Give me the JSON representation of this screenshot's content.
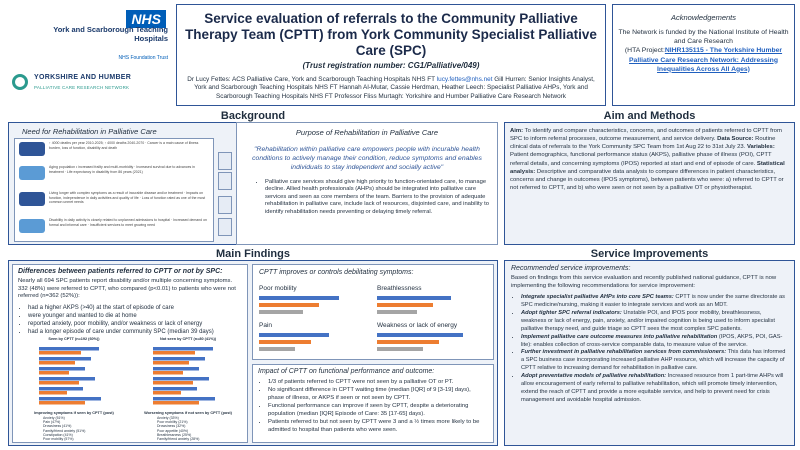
{
  "logos": {
    "nhs_badge": "NHS",
    "nhs_name": "York and Scarborough Teaching Hospitals",
    "nhs_trust": "NHS Foundation Trust",
    "yh_name": "YORKSHIRE AND HUMBER",
    "yh_sub": "PALLIATIVE CARE RESEARCH NETWORK"
  },
  "header": {
    "title": "Service evaluation of referrals to the Community Palliative Therapy Team (CPTT) from York Community Specialist Palliative Care (SPC)",
    "registration": "(Trust registration number: CG1/Palliative/049)",
    "authors_pre": "Dr Lucy Fettes: ACS Palliative Care, York and Scarborough Teaching Hospitals NHS FT ",
    "email": "lucy.fettes@nhs.net",
    "authors_post": " Gill Hurren: Senior Insights Analyst, York and Scarborough Teaching Hospitals NHS FT Hannah Al-Mutar, Cassie Herdman, Heather Leech: Specialist Palliative AHPs, York and Scarborough Teaching Hospitals NHS FT Professor Fliss Murtagh: Yorkshire and Humber Palliative Care Research Network"
  },
  "acknowledgements": {
    "title": "Acknowledgements",
    "body": "The Network is funded by the National Institute of Health and Care Research",
    "project_pre": "(HTA Project:",
    "project_link": "NIHR135115 - The Yorkshire Humber Palliative Care Research Network: Addressing Inequalities Across All Ages)"
  },
  "background": {
    "heading": "Background",
    "need_title": "Need for Rehabilitation in Palliative Care",
    "need_rows": [
      "↑ 4000 deaths per year 2010-2025; ↑ 4000 deaths 2040-2070 · Cancer is a main cause of illness burden, loss of function, disability and death",
      "Aging population • increased frailty and multi-morbidity · Increased survival due to advances in treatment · Life expectancy in disability from 86 years (2021)",
      "Living longer with complex symptoms as a result of incurable disease and/or treatment · Impacts on function, independence in daily activities and quality of life · Loss of function rated as one of the most common unmet needs",
      "Disability in daily activity is closely related to unplanned admissions to hospital · Increased demand on formal and informal care · Insufficient services to meet growing need"
    ],
    "purpose_title": "Purpose of Rehabilitation in Palliative Care",
    "quote": "\"Rehabilitation within palliative care empowers people with incurable health conditions to actively manage their condition, reduce symptoms and enables individuals to stay independent and socially active\"",
    "bullets": [
      "Palliative care services should give high priority to function-orientated care, to manage decline. Allied health professionals (AHPs) should be integrated into palliative care services and seen as core members of the team. Barriers to the provision of adequate rehabilitation in palliative care, include lack of resources, disjointed care, and inability to identify rehabilitation needs preventing or delaying timely referral."
    ]
  },
  "aims": {
    "heading": "Aim and Methods",
    "aim_label": "Aim:",
    "aim_text": " To identify and compare characteristics, concerns, and outcomes of patients referred to CPTT from SPC to inform referral processes, outcome measurement, and service delivery.",
    "data_label": " Data Source:",
    "data_text": " Routine clinical data of referrals to the York Community SPC Team from 1st Aug 22 to 31st July 23.",
    "var_label": "Variables:",
    "var_text": " Patient demographics, functional performance status (AKPS), palliative phase of illness (POI), CPTT referral details, and concerning symptoms (IPOS) reported at start and end of episode of care.",
    "stat_label": " Statistical analysis:",
    "stat_text": " Descriptive and comparative data analysis to compare differences in patient characteristics, concerns and change in outcomes (IPOS symptoms), between patients who were: a) referred to CPTT or not referred to CPTT, and b) who were seen or not seen by a palliative OT or physiotherapist."
  },
  "findings": {
    "heading": "Main Findings",
    "diff_title": "Differences between patients referred to CPTT or not by SPC:",
    "diff_text": "Nearly all 694 SPC patients report disability and/or multiple concerning symptoms. 332 (48%) were referred to CPTT, who compared (p<0.01) to patients who were not referred (n=362 (52%)):",
    "diff_bullets": [
      "had a higher AKPS (>40) at the start of episode of care",
      "were younger and wanted to die at home",
      "reported anxiety, poor mobility, and/or weakness or lack of energy",
      "had a longer episode of care under community SPC (median 39 days)"
    ],
    "chart_left_title": "Seen by CPTT (n=192 (60%))",
    "chart_right_title": "Not seen by CPTT (n=80 (41%))",
    "chart_left_caption": "Improving symptoms if seen by CPTT (post)",
    "chart_right_caption": "Worsening symptoms if not seen by CPTT (post)",
    "left_legend": [
      "Anxiety (51%)",
      "Pain (47%)",
      "Drowsiness (41%)",
      "Family/friend anxiety (51%)",
      "Constipation (41%)",
      "Poor mobility (57%)"
    ],
    "right_legend": [
      "Anxiety (33%)",
      "Poor mobility (21%)",
      "Drowsiness (32%)",
      "Poor appetite (40%)",
      "Breathlessness (25%)",
      "Family/friend anxiety (28%)"
    ],
    "improves_title": "CPTT improves or controls debilitating symptoms:",
    "panels": [
      "Poor mobility",
      "Breathlessness",
      "Pain",
      "Weakness or lack of energy"
    ],
    "impact_title": "Impact of CPTT on functional performance and outcome:",
    "impact_bullets": [
      "1/3 of patients referred to CPTT were not seen by a palliative OT or PT.",
      "No significant difference in CPTT waiting time (median [IQR] of 9 [3-19] days), phase of illness, or AKPS if seen or not seen by CPTT.",
      "Functional performance can improve if seen by CPTT, despite a deteriorating population (median [IQR] Episode of Care: 35 [17-65] days).",
      "Patients referred to but not seen by CPTT were 3 and a ½ times more likely to be admitted to hospital than patients who were seen."
    ]
  },
  "service": {
    "heading": "Service Improvements",
    "rec_title": "Recommended service improvements:",
    "intro": "Based on findings from this service evaluation and recently published national guidance, CPTT is now implementing the following recommendations for service improvement:",
    "items": [
      {
        "label": "Integrate specialist palliative AHPs into core SPC teams:",
        "text": " CPTT is now under the same directorate as SPC medicine/nursing, making it easier to integrate services and work as an MDT."
      },
      {
        "label": "Adopt tighter SPC referral indicators:",
        "text": " Unstable POI, and IPOS poor mobility, breathlessness, weakness or lack of energy, pain, anxiety, and/or impaired cognition is being used to inform specialist palliative therapy need, and guide triage so CPTT sees the most complex SPC patients."
      },
      {
        "label": "Implement palliative care outcome measures into palliative rehabilitation",
        "text": " (IPOS, AKPS, POI, GAS-lite): enables collection of cross-service comparable data, to measure value of the service."
      },
      {
        "label": "Further investment in palliative rehabilitation services from commissioners:",
        "text": " This data has informed a SPC business case incorporating increased palliative AHP resource, which will increase the capacity of CPTT relative to increasing demand for rehabilitation in palliative care."
      },
      {
        "label": "Adopt preventative models of palliative rehabilitation:",
        "text": " Increased resource from 1 part-time AHPs will allow encouragement of early referral to palliative rehabilitation, which will promote timely intervention, extend the reach of CPTT and provide a more equitable service, and help to prevent need for crisis management and avoidable hospital admission."
      }
    ]
  },
  "colors": {
    "accent": "#2f5597",
    "panel": "#eef2f8",
    "pie_blue": "#4472c4",
    "pie_orange": "#ed7d31"
  }
}
